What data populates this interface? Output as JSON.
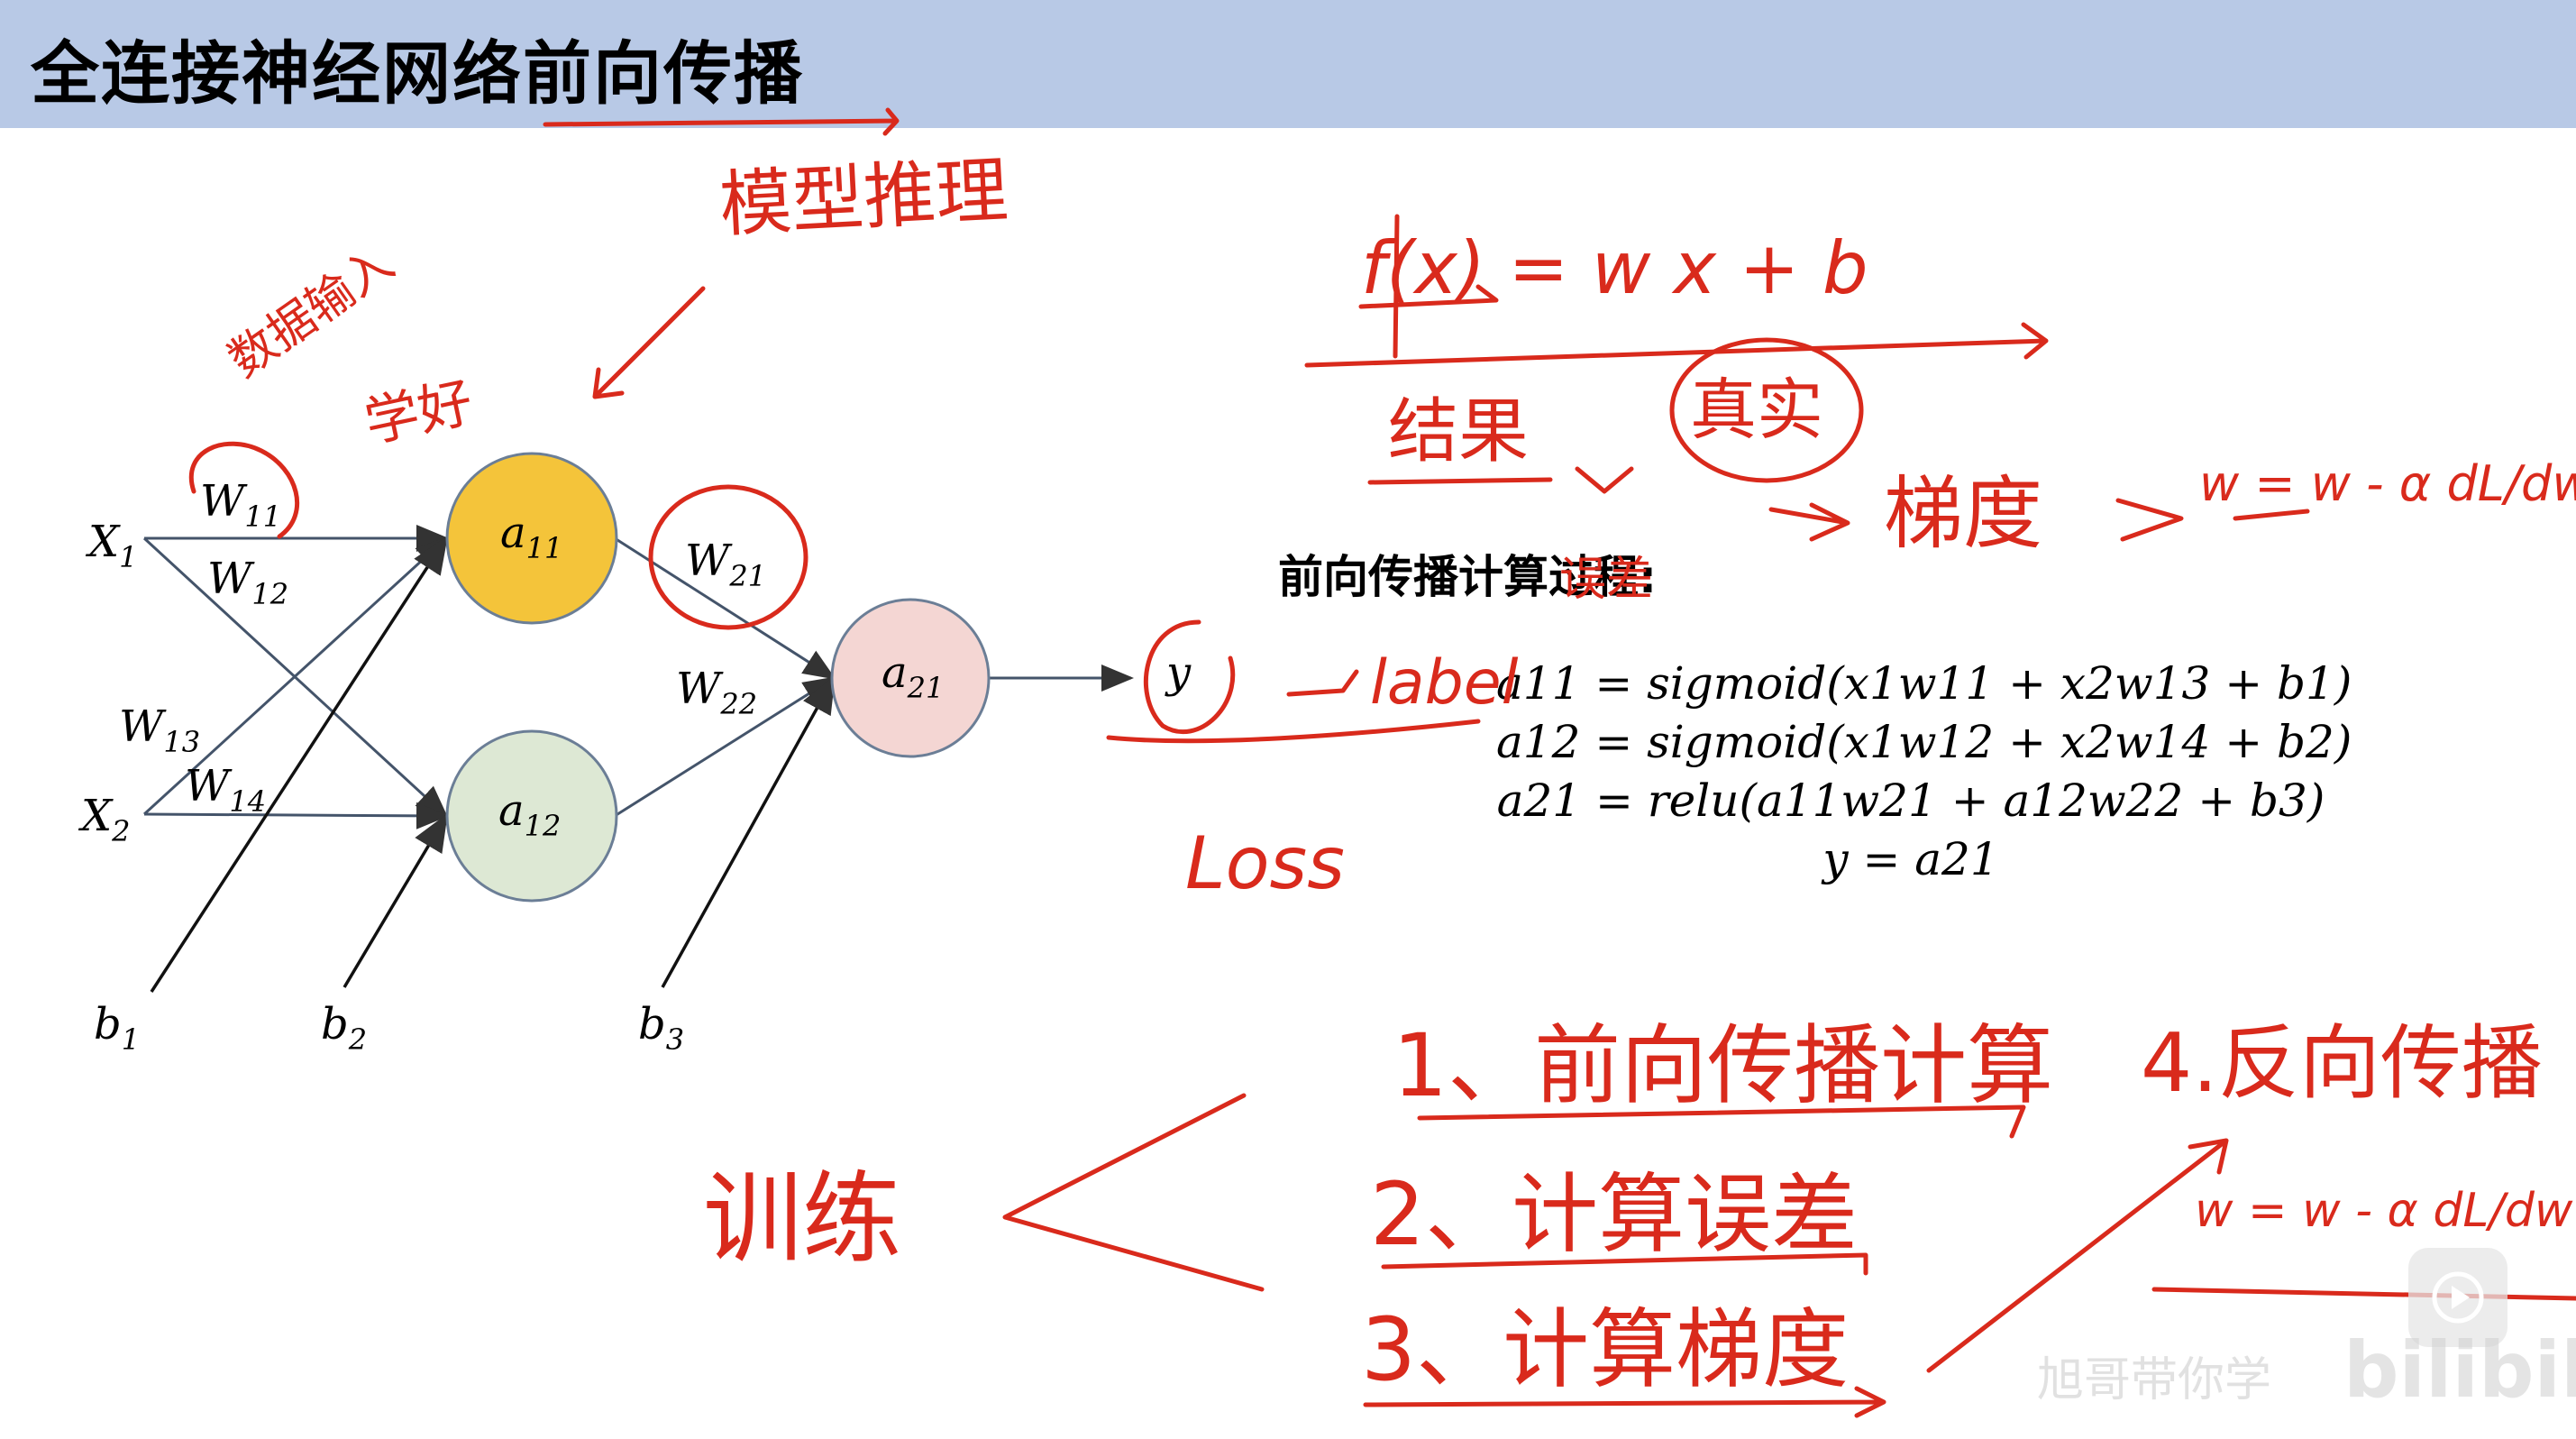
{
  "title": "全连接神经网络前向传播",
  "network": {
    "inputs": [
      "X1",
      "X2"
    ],
    "weights": [
      "W11",
      "W12",
      "W13",
      "W14",
      "W21",
      "W22"
    ],
    "hidden_nodes": [
      "a11",
      "a12"
    ],
    "output_node": "a21",
    "output": "y",
    "biases": [
      "b1",
      "b2",
      "b3"
    ],
    "colors": {
      "a11": "#f4c43a",
      "a12": "#dde8d4",
      "a21": "#f4d6d3",
      "edge": "#44546a"
    }
  },
  "computation": {
    "heading": "前向传播计算过程:",
    "equations": [
      "a11 = sigmoid(x1w11 + x2w13 + b1)",
      "a12 = sigmoid(x1w12 + x2w14 + b2)",
      "a21 = relu(a11w21 + a12w22 + b3)",
      "y = a21"
    ]
  },
  "annotations": {
    "color": "#d92a1c",
    "model_inference": "模型推理",
    "data_input": "数据输入",
    "learn_good": "学好",
    "formula": "f(x) = w x + b",
    "result": "结果",
    "truth": "真实",
    "error": "误差",
    "gradient": "梯度",
    "update": "w = w - α dL/dw",
    "label": "label",
    "loss": "Loss",
    "train": "训练",
    "steps": [
      "1、前向传播计算",
      "2、计算误差",
      "3、计算梯度"
    ],
    "backprop": "4.反向传播",
    "backprop_update": "w = w - α dL/dw"
  },
  "watermark": {
    "author": "旭哥带你学",
    "logo": "bilibili"
  }
}
